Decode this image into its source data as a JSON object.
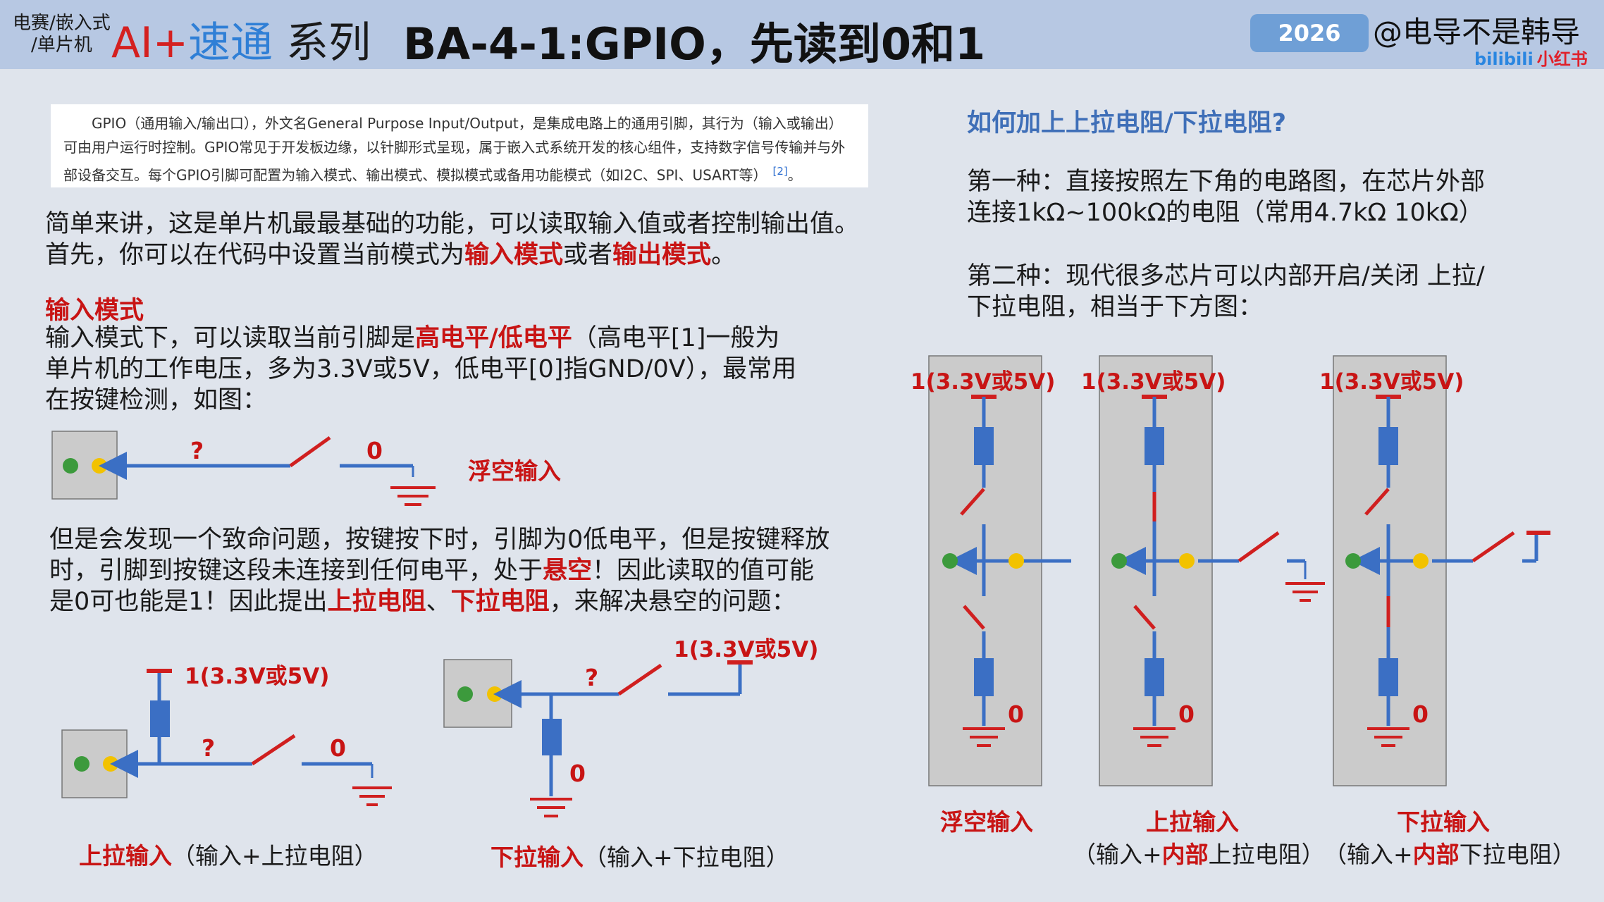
{
  "header": {
    "series_line1": "电赛/嵌入式",
    "series_line2": "/单片机",
    "ai": "AI",
    "plus": "+",
    "sutong": "速通",
    "series_word": "系列",
    "title": "BA-4-1:GPIO，先读到0和1",
    "year": "2026",
    "author": "@电导不是韩导",
    "brand_bilibili": "bilibili",
    "brand_xhs": "小红书"
  },
  "quote": {
    "text": "GPIO（通用输入/输出口），外文名General Purpose Input/Output，是集成电路上的通用引脚，其行为（输入或输出）可由用户运行时控制。GPIO常见于开发板边缘，以针脚形式呈现，属于嵌入式系统开发的核心组件，支持数字信号传输并与外部设备交互。每个GPIO引脚可配置为输入模式、输出模式、模拟模式或备用功能模式（如I2C、SPI、USART等）",
    "citation": "[2]",
    "end": "。"
  },
  "intro": {
    "line1": "简单来讲，这是单片机最最基础的功能，可以读取输入值或者控制输出值。",
    "line2_a": "首先，你可以在代码中设置当前模式为",
    "line2_b": "输入模式",
    "line2_c": "或者",
    "line2_d": "输出模式",
    "line2_e": "。"
  },
  "input_mode": {
    "title": "输入模式",
    "line1_a": "输入模式下，可以读取当前引脚是",
    "line1_b": "高电平/低电平",
    "line1_c": "（高电平[1]一般为",
    "line2": "单片机的工作电压，多为3.3V或5V，低电平[0]指GND/0V），最常用",
    "line3": "在按键检测，如图："
  },
  "floating_demo": {
    "q": "?",
    "zero": "0",
    "label": "浮空输入"
  },
  "problem": {
    "line1": "但是会发现一个致命问题，按键按下时，引脚为0低电平，但是按键释放",
    "line2_a": "时，引脚到按键这段未连接到任何电平，处于",
    "line2_b": "悬空",
    "line2_c": "！因此读取的值可能",
    "line3_a": "是0可也能是1！因此提出",
    "line3_b": "上拉电阻",
    "line3_c": "、",
    "line3_d": "下拉电阻",
    "line3_e": "，来解决悬空的问题："
  },
  "pullup_demo": {
    "vcc": "1(3.3V或5V)",
    "q": "?",
    "zero": "0",
    "label_red": "上拉输入",
    "label_rest": "（输入+上拉电阻）"
  },
  "pulldown_demo": {
    "vcc": "1(3.3V或5V)",
    "q": "?",
    "zero": "0",
    "label_red": "下拉输入",
    "label_rest": "（输入+下拉电阻）"
  },
  "right": {
    "question": "如何加上上拉电阻/下拉电阻?",
    "way1_line1": "第一种：直接按照左下角的电路图，在芯片外部",
    "way1_line2": "连接1kΩ~100kΩ的电阻（常用4.7kΩ 10kΩ）",
    "way2_line1": "第二种：现代很多芯片可以内部开启/关闭 上拉/",
    "way2_line2": "下拉电阻，相当于下方图："
  },
  "internal_diagrams": [
    {
      "vcc": "1(3.3V或5V)",
      "zero": "0",
      "label": "浮空输入"
    },
    {
      "vcc": "1(3.3V或5V)",
      "zero": "0",
      "label": "上拉输入"
    },
    {
      "vcc": "1(3.3V或5V)",
      "zero": "0",
      "label": "下拉输入"
    }
  ],
  "internal_captions": {
    "open1": "（输入+",
    "bold1": "内部",
    "rest1": "上拉电阻）",
    "open2": "（输入+",
    "bold2": "内部",
    "rest2": "下拉电阻）"
  },
  "colors": {
    "wire_blue": "#3b6fc4",
    "wire_red": "#d01f1f",
    "resistor_blue": "#3b6fc4",
    "pin_green": "#3c9a3c",
    "pin_yellow": "#f2c200",
    "box_gray": "#cbcbcb"
  }
}
